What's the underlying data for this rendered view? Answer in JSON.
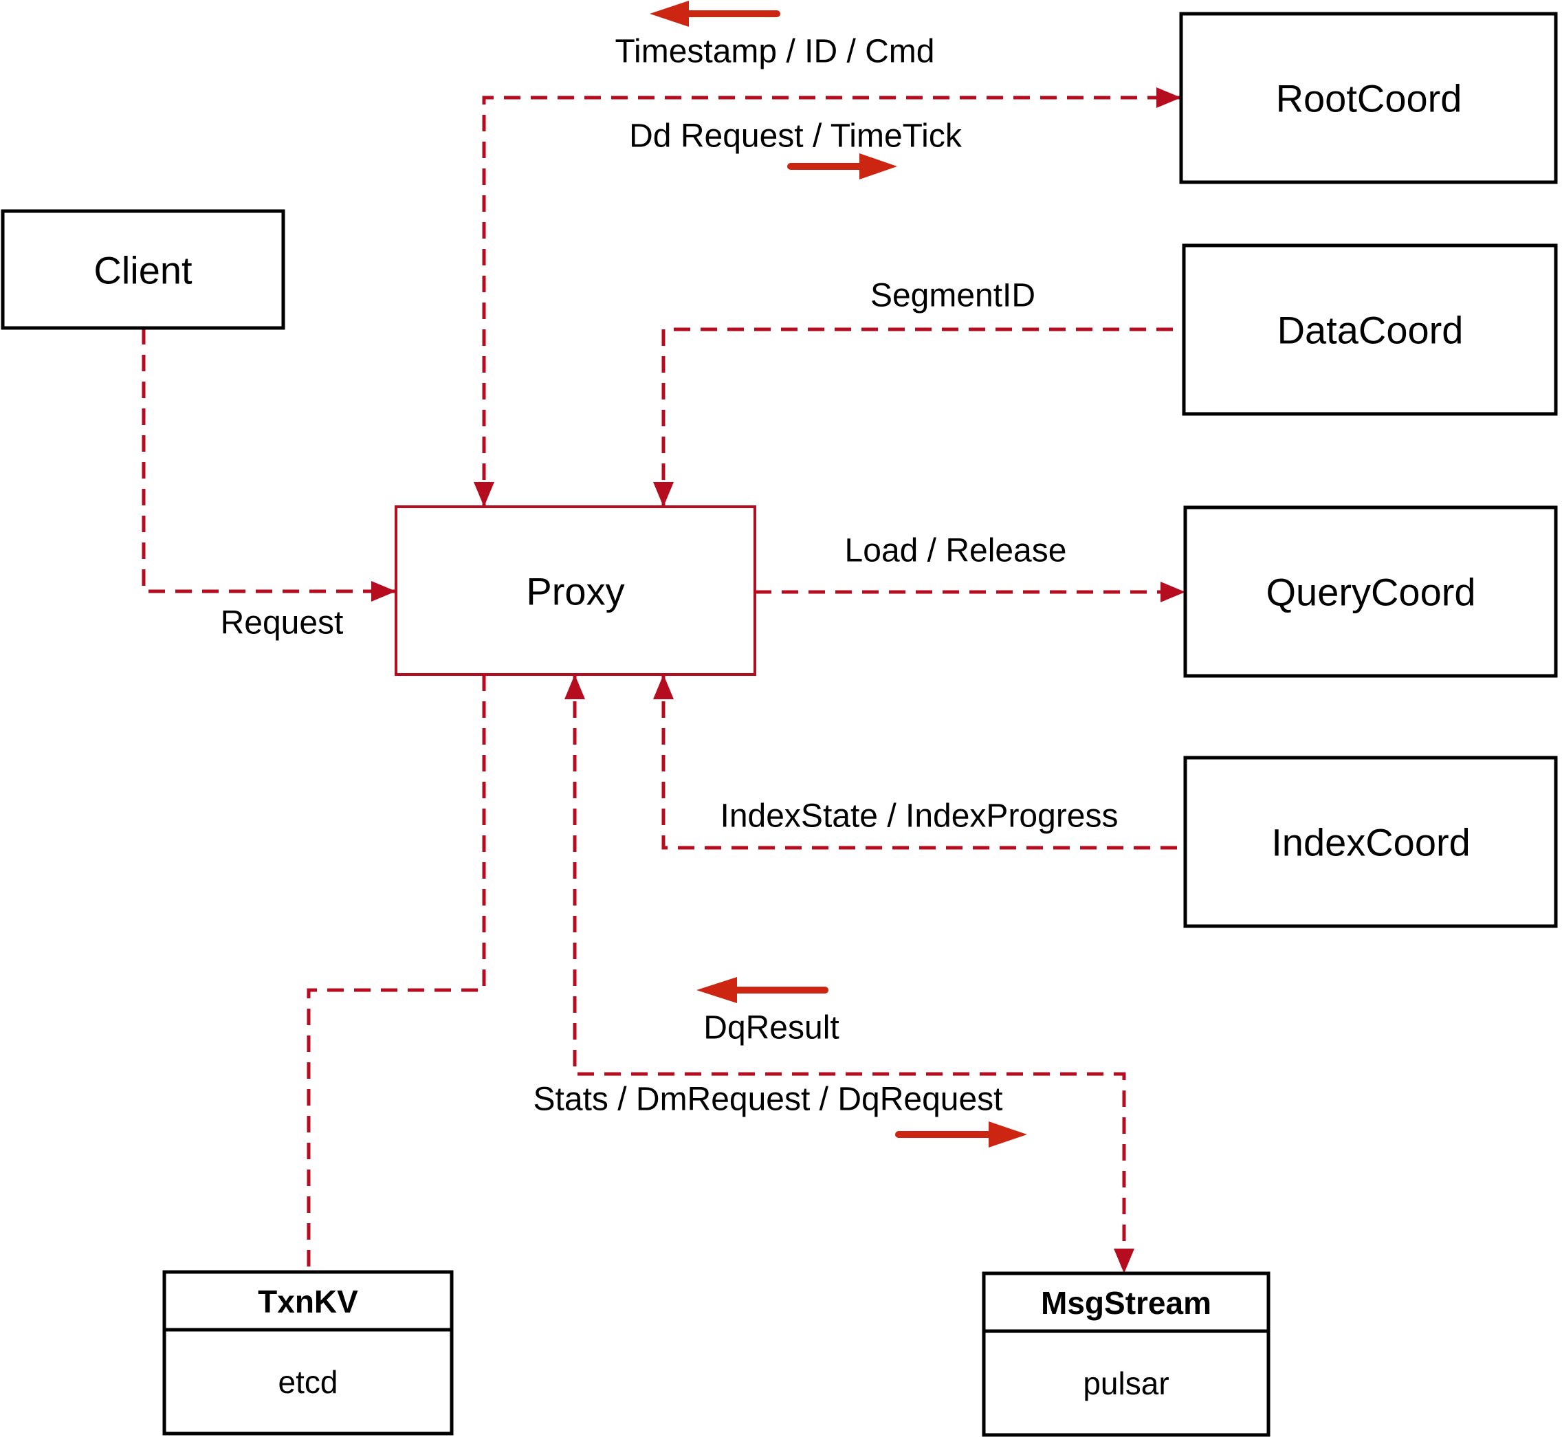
{
  "diagram": {
    "nodes": {
      "client": {
        "label": "Client"
      },
      "proxy": {
        "label": "Proxy"
      },
      "root_coord": {
        "label": "RootCoord"
      },
      "data_coord": {
        "label": "DataCoord"
      },
      "query_coord": {
        "label": "QueryCoord"
      },
      "index_coord": {
        "label": "IndexCoord"
      },
      "txn_kv": {
        "title": "TxnKV",
        "subtitle": "etcd"
      },
      "msg_stream": {
        "title": "MsgStream",
        "subtitle": "pulsar"
      }
    },
    "edge_labels": {
      "timestamp_id_cmd": "Timestamp / ID / Cmd",
      "dd_request_timetick": "Dd Request / TimeTick",
      "segment_id": "SegmentID",
      "load_release": "Load / Release",
      "index_state": "IndexState / IndexProgress",
      "request": "Request",
      "dq_result": "DqResult",
      "stats_dm_dq": "Stats / DmRequest / DqRequest"
    },
    "colors": {
      "dashed_edge": "#b50d1f",
      "solid_arrow": "#cc2512",
      "proxy_accent": "#b50d1f",
      "box_border": "#000000",
      "text": "#000000",
      "background": "#ffffff"
    }
  }
}
